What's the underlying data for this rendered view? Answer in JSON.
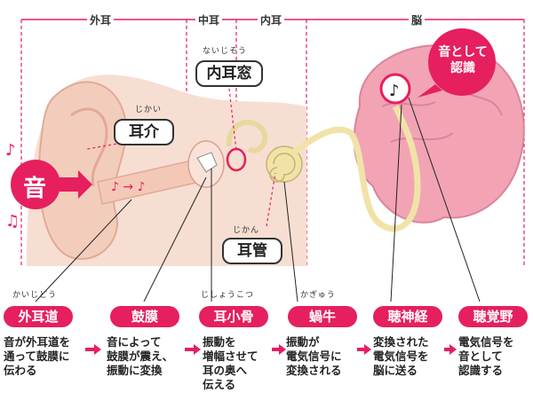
{
  "regions": {
    "outer": "外耳",
    "middle": "中耳",
    "inner": "内耳",
    "brain": "脳"
  },
  "callouts": {
    "oval_window": {
      "label": "内耳窓",
      "ruby": "ないじそう"
    },
    "auricle": {
      "label": "耳介",
      "ruby": "じかい"
    },
    "semicircular": {
      "label": "耳管",
      "ruby": "じかん"
    }
  },
  "sound_label": "音",
  "recognize_label": "音として\n認識",
  "parts": [
    {
      "label": "外耳道",
      "ruby": "かいじどう",
      "desc": "音が外耳道を\n通って鼓膜に\n伝わる"
    },
    {
      "label": "鼓膜",
      "ruby": "",
      "desc": "音によって\n鼓膜が震え、\n振動に変換"
    },
    {
      "label": "耳小骨",
      "ruby": "じしょうこつ",
      "desc": "振動を\n増幅させて\n耳の奥へ\n伝える"
    },
    {
      "label": "蝸牛",
      "ruby": "かぎゅう",
      "desc": "振動が\n電気信号に\n変換される"
    },
    {
      "label": "聴神経",
      "ruby": "",
      "desc": "変換された\n電気信号を\n脳に送る"
    },
    {
      "label": "聴覚野",
      "ruby": "",
      "desc": "電気信号を\n音として\n認識する"
    }
  ],
  "colors": {
    "accent": "#e61f5e",
    "skin": "#f4d3c4",
    "brain": "#ef9fb0",
    "nerve": "#f1e3a8"
  }
}
